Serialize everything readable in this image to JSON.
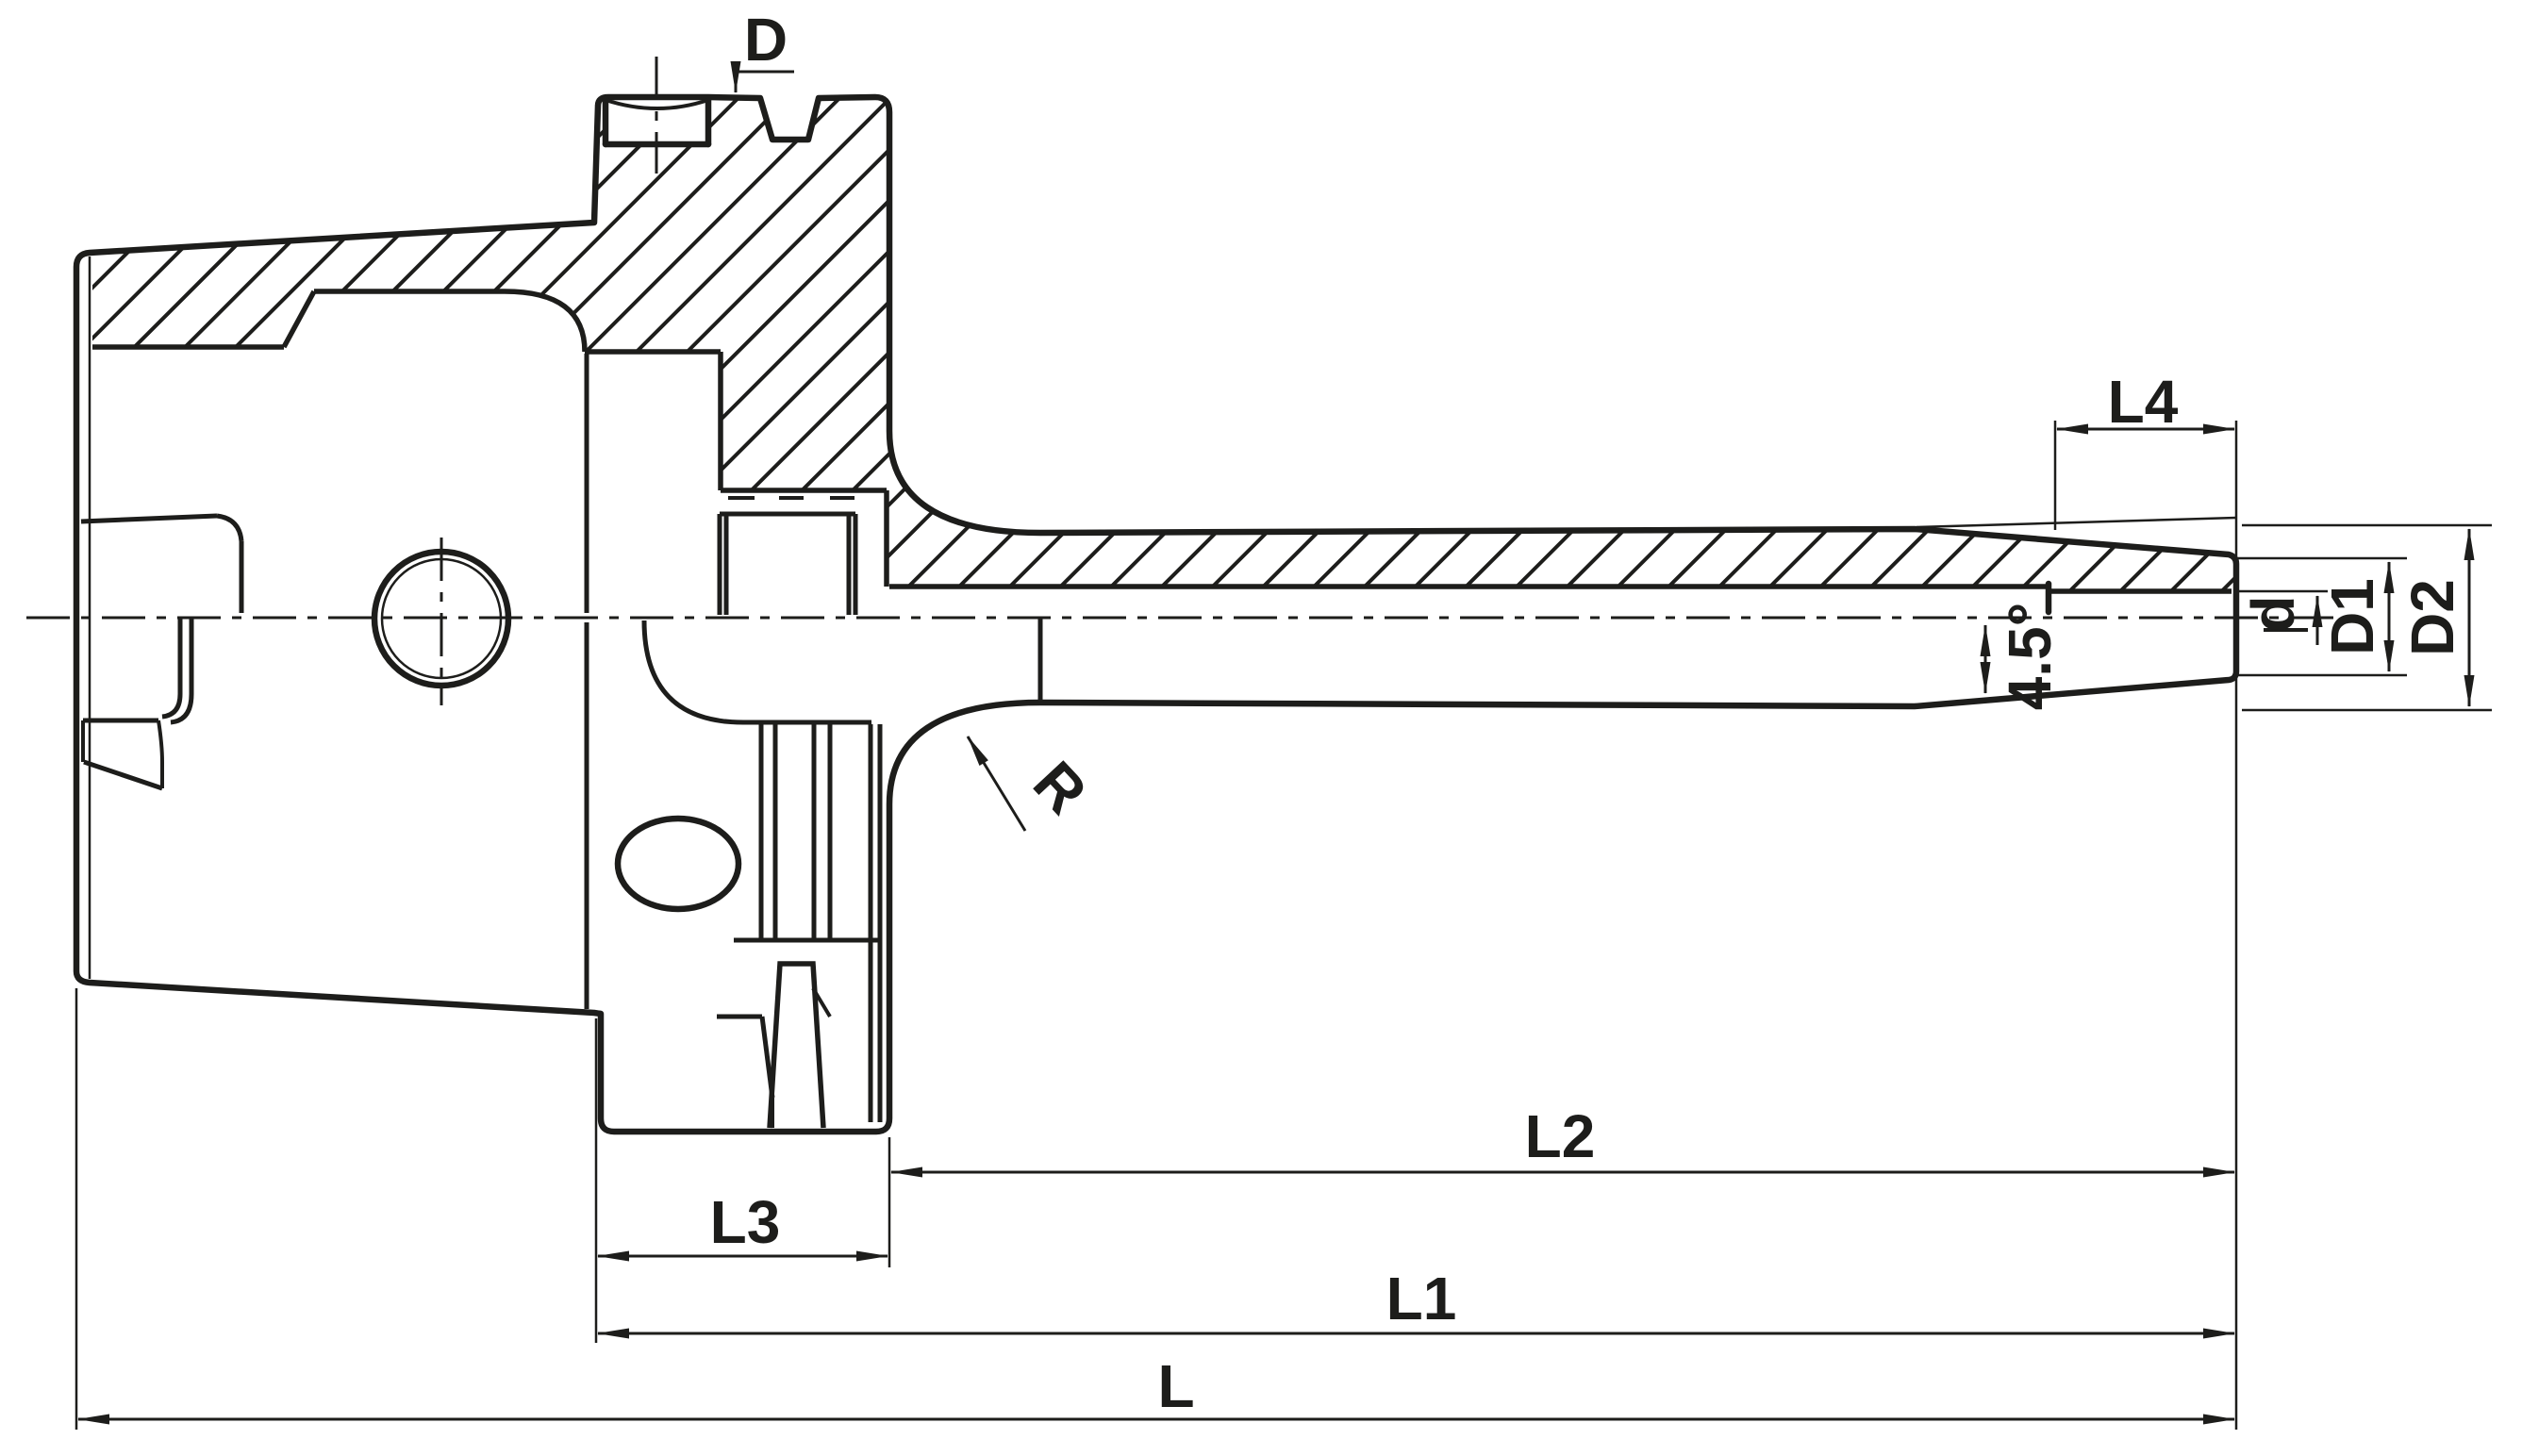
{
  "drawing": {
    "type": "technical-drawing",
    "subject": "HSK shrink-fit extension tool holder, half-section side view",
    "background_color": "#ffffff",
    "line_color": "#1d1d1b",
    "labels": {
      "flange_diameter": "D",
      "taper_length": "L4",
      "bore_diameter": "d",
      "tip_diameter": "D1",
      "base_diameter": "D2",
      "taper_angle": "4.5°",
      "fillet_radius": "R",
      "length_l2": "L2",
      "length_l3": "L3",
      "length_l1": "L1",
      "length_total": "L"
    }
  }
}
